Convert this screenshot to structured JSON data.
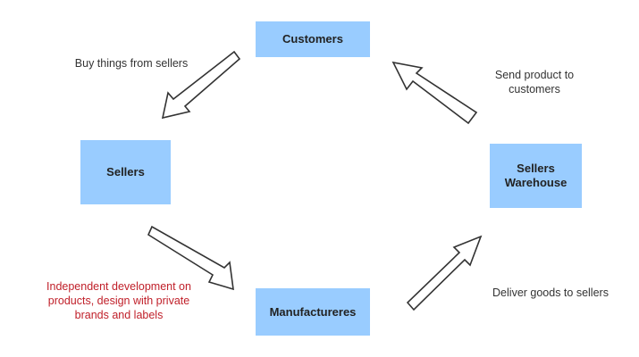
{
  "nodes": {
    "customers": "Customers",
    "sellers": "Sellers",
    "manufacturers": "Manufactureres",
    "warehouse": "Sellers\nWarehouse"
  },
  "edges": {
    "customers_to_sellers": "Buy things from sellers",
    "sellers_to_manufacturers": "Independent development on\nproducts, design with private\nbrands and labels",
    "manufacturers_to_warehouse": "Deliver goods to sellers",
    "warehouse_to_customers": "Send product to\ncustomers"
  },
  "colors": {
    "node_fill": "#99ccff",
    "highlight_text": "#c0202a"
  }
}
